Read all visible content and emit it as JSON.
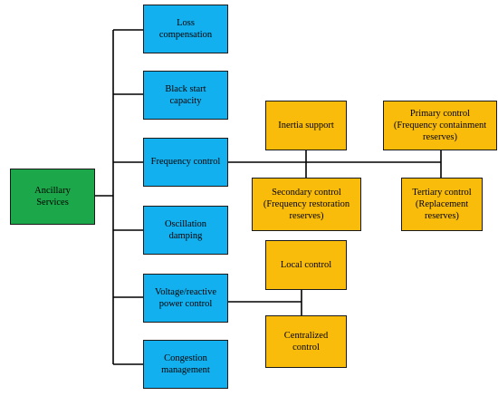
{
  "root": {
    "label": "Ancillary\nServices",
    "color": "#1ca84a"
  },
  "services": [
    {
      "label": "Loss\ncompensation"
    },
    {
      "label": "Black start\ncapacity"
    },
    {
      "label": "Frequency control"
    },
    {
      "label": "Oscillation\ndamping"
    },
    {
      "label": "Voltage/reactive\npower control"
    },
    {
      "label": "Congestion\nmanagement"
    }
  ],
  "frequency_children": [
    {
      "label": "Inertia support"
    },
    {
      "label": "Secondary control\n(Frequency restoration\nreserves)"
    },
    {
      "label": "Primary control\n(Frequency containment\nreserves)"
    },
    {
      "label": "Tertiary control\n(Replacement\nreserves)"
    }
  ],
  "voltage_children": [
    {
      "label": "Local control"
    },
    {
      "label": "Centralized control"
    }
  ],
  "colors": {
    "service": "#12b0ef",
    "sub": "#f9bc0b",
    "connector": "#000000"
  }
}
